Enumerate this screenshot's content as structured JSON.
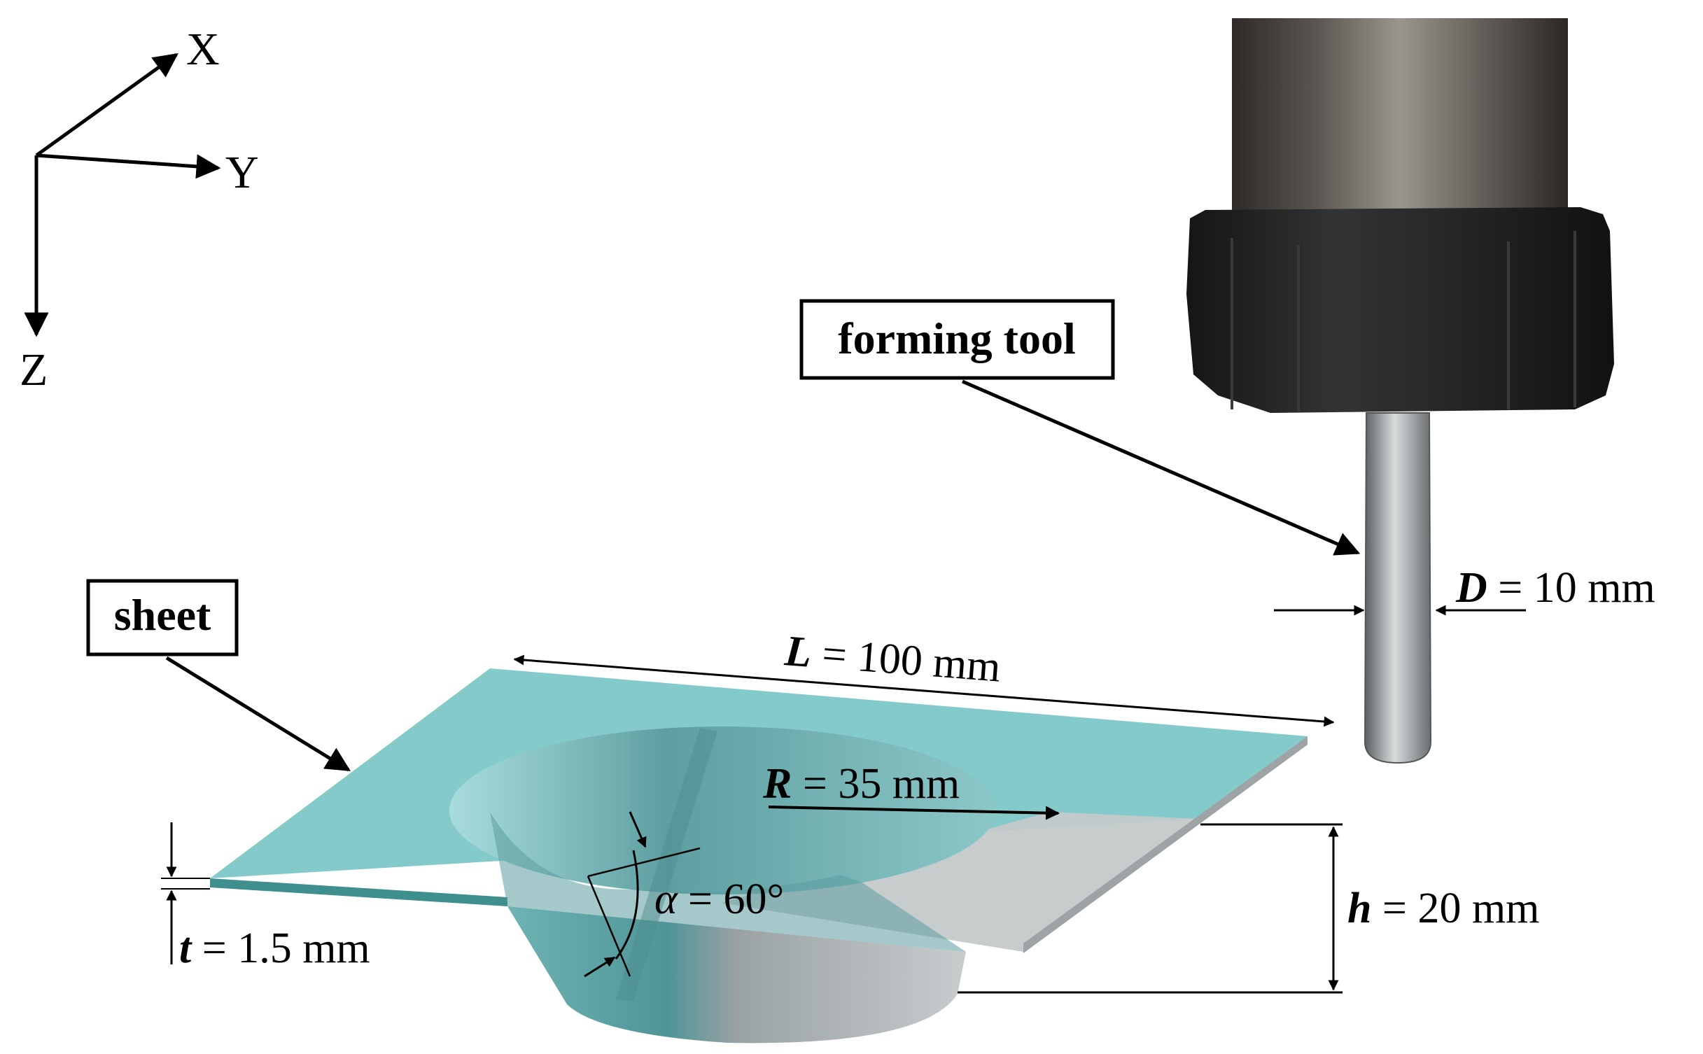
{
  "axes": {
    "x_label": "X",
    "y_label": "Y",
    "z_label": "Z"
  },
  "callouts": {
    "tool_label": "forming tool",
    "sheet_label": "sheet"
  },
  "dimensions": {
    "length": {
      "symbol": "L",
      "value": " = 100 mm"
    },
    "radius": {
      "symbol": "R",
      "value": " = 35 mm"
    },
    "diameter": {
      "symbol": "D",
      "value": " = 10 mm"
    },
    "height": {
      "symbol": "h",
      "value": " = 20 mm"
    },
    "thickness": {
      "symbol": "t",
      "value": " = 1.5 mm"
    },
    "angle": {
      "symbol": "α",
      "value": " = 60°"
    }
  },
  "colors": {
    "sheet": "#84cacb",
    "sheet_edge": "#3f8f8f",
    "cone_inner": "#5fa8aa",
    "cone_outer": "#b9bfc0",
    "tool_body": "#3a3633",
    "tool_nut": "#1d1d1d",
    "tool_shaft": "#8e9294"
  }
}
